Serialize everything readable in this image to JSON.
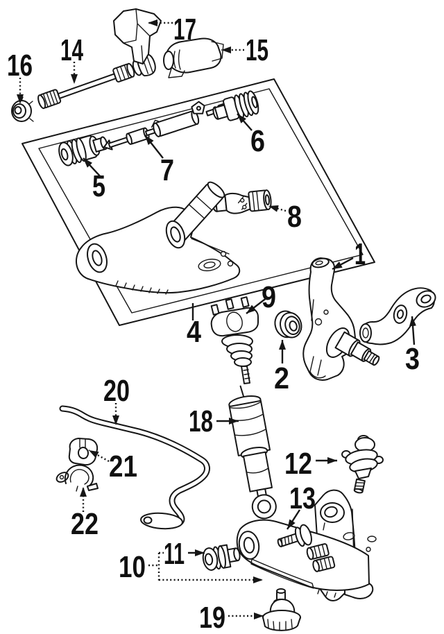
{
  "colors": {
    "ink": "#161616",
    "paper": "#ffffff"
  },
  "callouts": [
    {
      "number": "1"
    },
    {
      "number": "2"
    },
    {
      "number": "3"
    },
    {
      "number": "4"
    },
    {
      "number": "5"
    },
    {
      "number": "6"
    },
    {
      "number": "7"
    },
    {
      "number": "8"
    },
    {
      "number": "9"
    },
    {
      "number": "10"
    },
    {
      "number": "11"
    },
    {
      "number": "12"
    },
    {
      "number": "13"
    },
    {
      "number": "14"
    },
    {
      "number": "15"
    },
    {
      "number": "16"
    },
    {
      "number": "17"
    },
    {
      "number": "18"
    },
    {
      "number": "19"
    },
    {
      "number": "20"
    },
    {
      "number": "21"
    },
    {
      "number": "22"
    }
  ]
}
